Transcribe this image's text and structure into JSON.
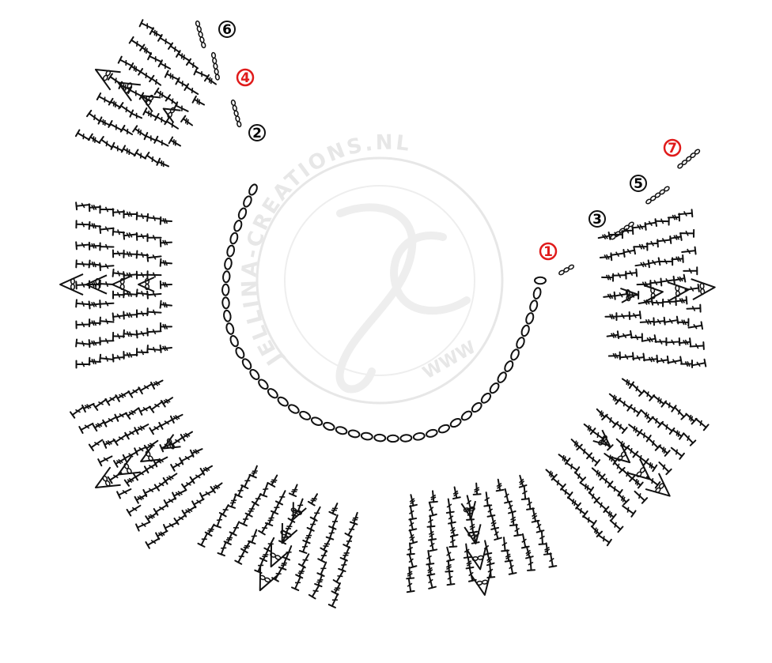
{
  "diagram": {
    "ink_color": "#111111",
    "accent_color": "#e01b1b",
    "watermark_color": "#e7e7e7",
    "watermark": {
      "text": "JELLINA-CREATIONS.NL",
      "monogram": "JC",
      "web": "WWW"
    },
    "row_labels": [
      {
        "text": "6",
        "color": "#111111"
      },
      {
        "text": "4",
        "color": "#e01b1b"
      },
      {
        "text": "2",
        "color": "#111111"
      },
      {
        "text": "1",
        "color": "#e01b1b"
      },
      {
        "text": "3",
        "color": "#111111"
      },
      {
        "text": "5",
        "color": "#111111"
      },
      {
        "text": "7",
        "color": "#e01b1b"
      }
    ],
    "symbols": [
      "chain-stitch",
      "double-crochet",
      "treble-crochet",
      "fan-shell"
    ],
    "panel_count": 7
  }
}
